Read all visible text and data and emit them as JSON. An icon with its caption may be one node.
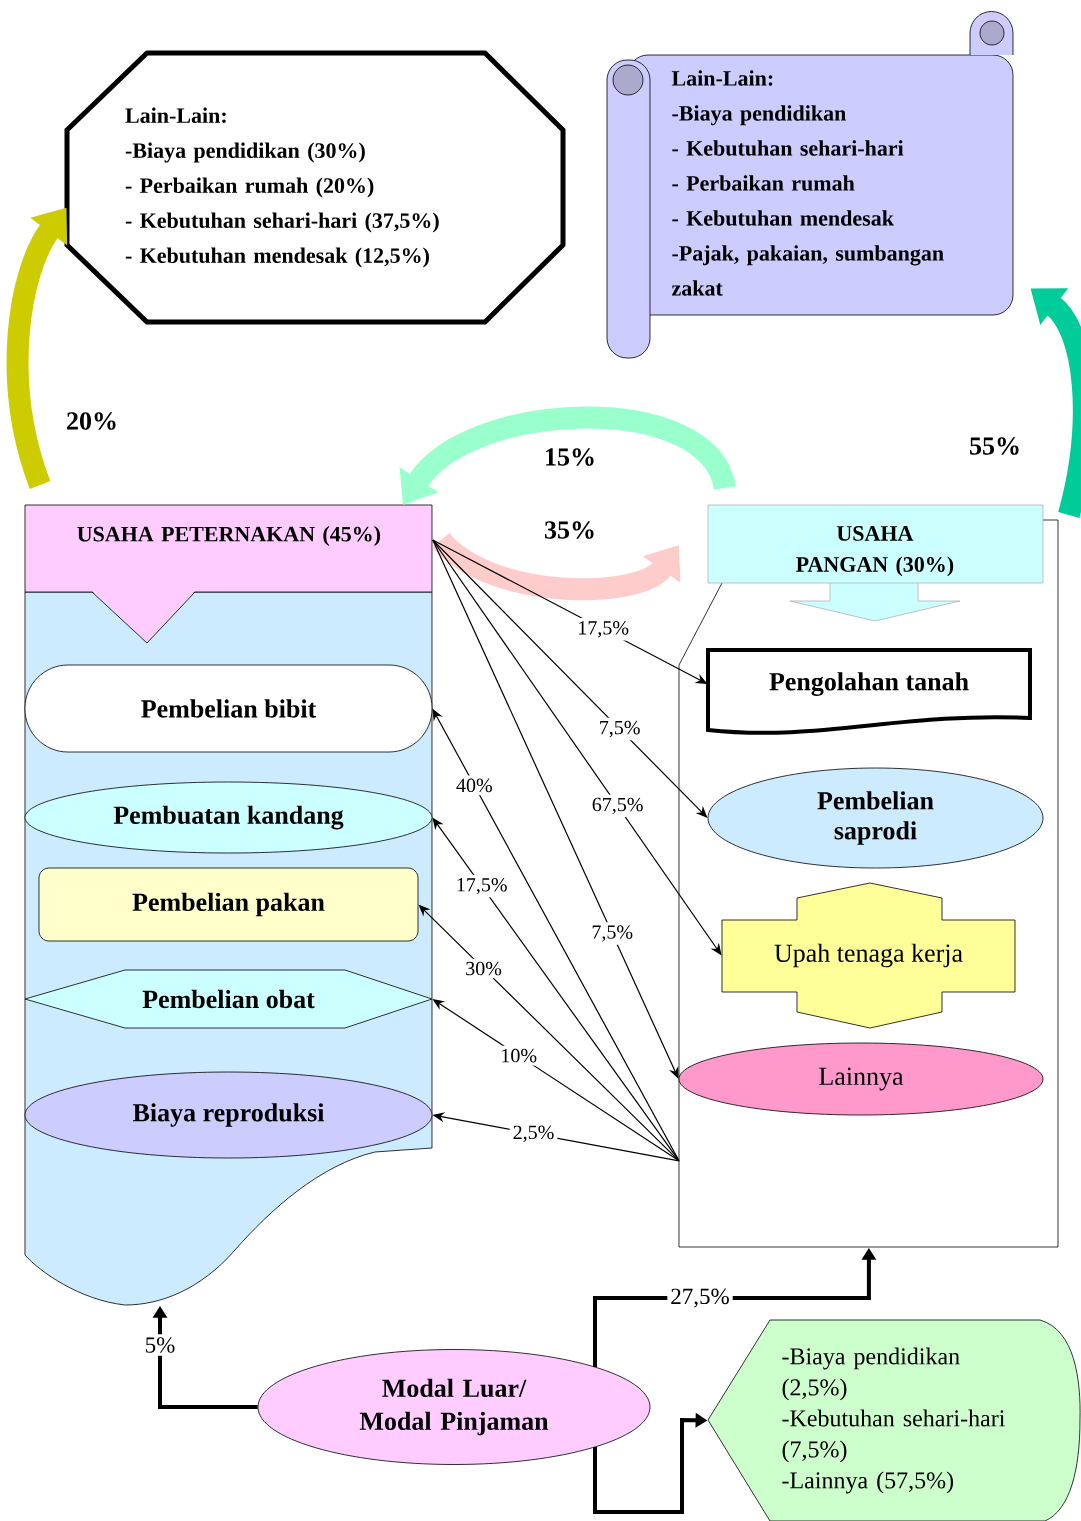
{
  "diagram": {
    "nodes": [
      {
        "text": [
          "Lain-Lain:",
          "-Biaya pendidikan (30%)",
          "- Perbaikan rumah (20%)",
          "- Kebutuhan sehari-hari (37,5%)",
          "- Kebutuhan mendesak (12,5%)"
        ]
      },
      {
        "text": [
          "Lain-Lain:",
          "-Biaya pendidikan",
          "- Kebutuhan sehari-hari",
          "- Perbaikan rumah",
          "- Kebutuhan mendesak",
          "-Pajak, pakaian, sumbangan zakat"
        ]
      },
      {
        "text": [
          "USAHA PETERNAKAN (45%)"
        ]
      },
      {
        "text": [
          "Pembelian bibit"
        ],
        "in": 2
      },
      {
        "text": [
          "Pembuatan kandang"
        ],
        "in": 2
      },
      {
        "text": [
          "Pembelian pakan"
        ],
        "in": 2
      },
      {
        "text": [
          "Pembelian obat"
        ],
        "in": 2
      },
      {
        "text": [
          "Biaya reproduksi"
        ],
        "in": 2
      },
      {
        "text": [
          "USAHA PANGAN (30%)"
        ]
      },
      {
        "text": [
          "Pengolahan tanah"
        ],
        "in": 8
      },
      {
        "text": [
          "Pembelian saprodi"
        ],
        "in": 8
      },
      {
        "text": [
          "Upah tenaga kerja"
        ],
        "in": 8
      },
      {
        "text": [
          "Lainnya"
        ],
        "in": 8
      },
      {
        "text": [
          "Modal Luar/ Modal Pinjaman"
        ]
      },
      {
        "text": [
          "-Biaya pendidikan (2,5%)",
          "-Kebutuhan sehari-hari (7,5%)",
          "-Lainnya (57,5%)"
        ]
      }
    ],
    "edges": [
      {
        "from": 2,
        "to": 0,
        "arrow": "to",
        "label": "20%",
        "style": "thick",
        "color": "#cccc00"
      },
      {
        "from": 8,
        "to": 1,
        "arrow": "to",
        "label": "55%",
        "style": "thick",
        "color": "#00cc99"
      },
      {
        "from": 8,
        "to": 2,
        "arrow": "to",
        "label": "15%",
        "style": "thick",
        "color": "#99ffcc"
      },
      {
        "from": 2,
        "to": 8,
        "arrow": "to",
        "label": "35%",
        "style": "thick",
        "color": "#ffcccc"
      },
      {
        "from": 2,
        "to": 9,
        "arrow": "to",
        "label": "17,5%"
      },
      {
        "from": 2,
        "to": 10,
        "arrow": "to",
        "label": "7,5%"
      },
      {
        "from": 2,
        "to": 11,
        "arrow": "to",
        "label": "67,5%"
      },
      {
        "from": 2,
        "to": 12,
        "arrow": "to",
        "label": "7,5%"
      },
      {
        "from": 8,
        "to": 3,
        "arrow": "to",
        "label": "40%"
      },
      {
        "from": 8,
        "to": 4,
        "arrow": "to",
        "label": "17,5%"
      },
      {
        "from": 8,
        "to": 5,
        "arrow": "to",
        "label": "30%"
      },
      {
        "from": 8,
        "to": 6,
        "arrow": "to",
        "label": "10%"
      },
      {
        "from": 8,
        "to": 7,
        "arrow": "to",
        "label": "2,5%"
      },
      {
        "from": 13,
        "to": 2,
        "arrow": "to",
        "label": "5%",
        "style": "thick"
      },
      {
        "from": 13,
        "to": 8,
        "arrow": "to",
        "label": "27,5%",
        "style": "thick"
      },
      {
        "from": 13,
        "to": 14,
        "arrow": "to",
        "style": "thick"
      }
    ]
  }
}
